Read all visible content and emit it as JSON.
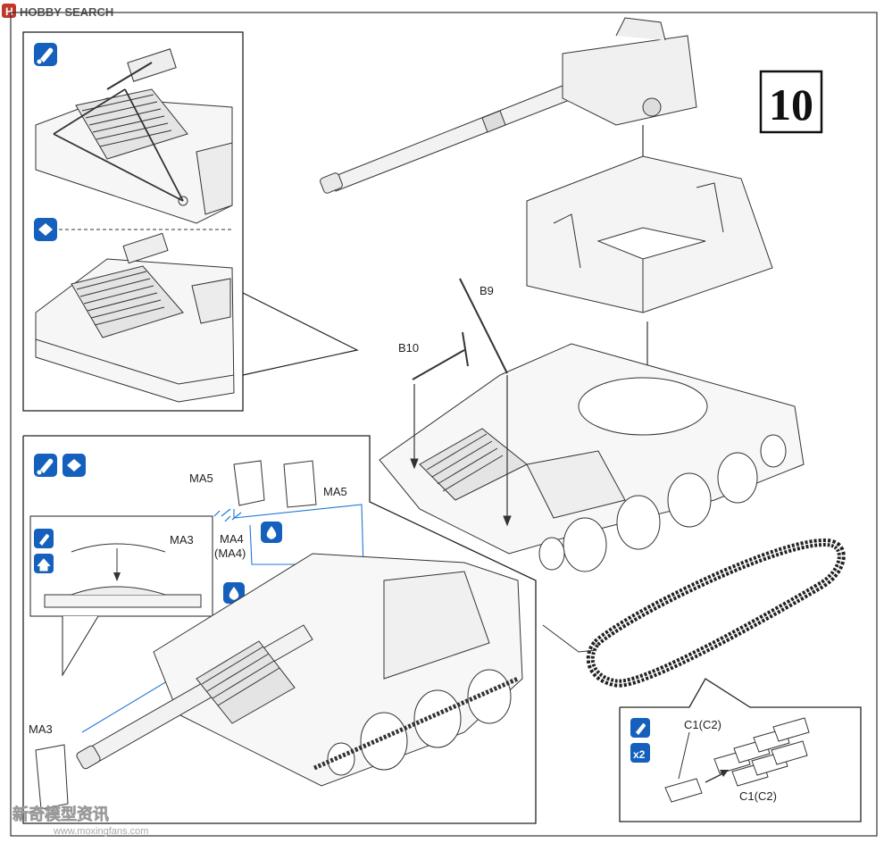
{
  "watermark": {
    "brand": "HOBBY SEARCH",
    "bottom_cn": "新奇模型资讯",
    "bottom_url": "www.moxingfans.com"
  },
  "step": {
    "number": "10"
  },
  "parts": {
    "b9": "B9",
    "b10": "B10",
    "ma5_left": "MA5",
    "ma5_right": "MA5",
    "ma4": "MA4",
    "ma4_alt": "(MA4)",
    "ma3_inset": "MA3",
    "ma3_main": "MA3",
    "c1_top": "C1(C2)",
    "c1_bottom": "C1(C2)",
    "x2": "x2"
  },
  "colors": {
    "icon_blue": "#1560bd",
    "line_blue": "#1e78d6",
    "ink": "#222222"
  }
}
